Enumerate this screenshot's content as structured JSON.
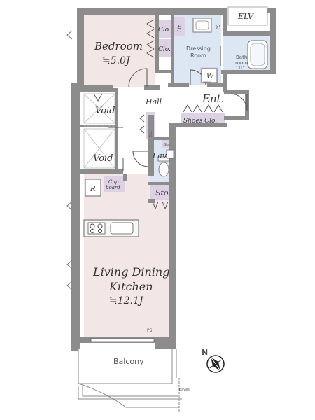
{
  "rooms": {
    "bedroom": {
      "name": "Bedroom",
      "area": "≒5.0J"
    },
    "ldk": {
      "name_line1": "Living Dining",
      "name_line2": "Kitchen",
      "area": "≒12.1J"
    },
    "dressing": {
      "line1": "Dressing",
      "line2": "Room"
    },
    "bath": {
      "line1": "Bath",
      "line2": "room",
      "line3": "1317"
    },
    "hall": "Hall",
    "ent": "Ent.",
    "balcony": "Balcony",
    "elv": "ELV",
    "void_upper": "Void",
    "void_lower": "Void",
    "lav": "Lav.",
    "sto": "Sto."
  },
  "fixtures": {
    "clo_top": "Clo.",
    "clo_mid": "Clo.",
    "lin": "Lin.",
    "ps_top": "PS",
    "ps_bottom": "PS",
    "washer": "W",
    "washer_sub": "Washer",
    "shoes_clo": "Shoes Clo.",
    "sta": "Sta.",
    "cup_board_1": "Cup",
    "cup_board_2": "board",
    "fridge": "R",
    "eaves": "Eaves",
    "small_clo": "Clo."
  },
  "compass": {
    "label": "N"
  },
  "colors": {
    "wall": "#8c8c8c",
    "floor_bedroom": "#f3e6e7",
    "floor_ldk": "#f3e6e7",
    "floor_wet": "#dde7f3",
    "storage": "#dcd2e4",
    "stair": "#cfcfcf"
  }
}
